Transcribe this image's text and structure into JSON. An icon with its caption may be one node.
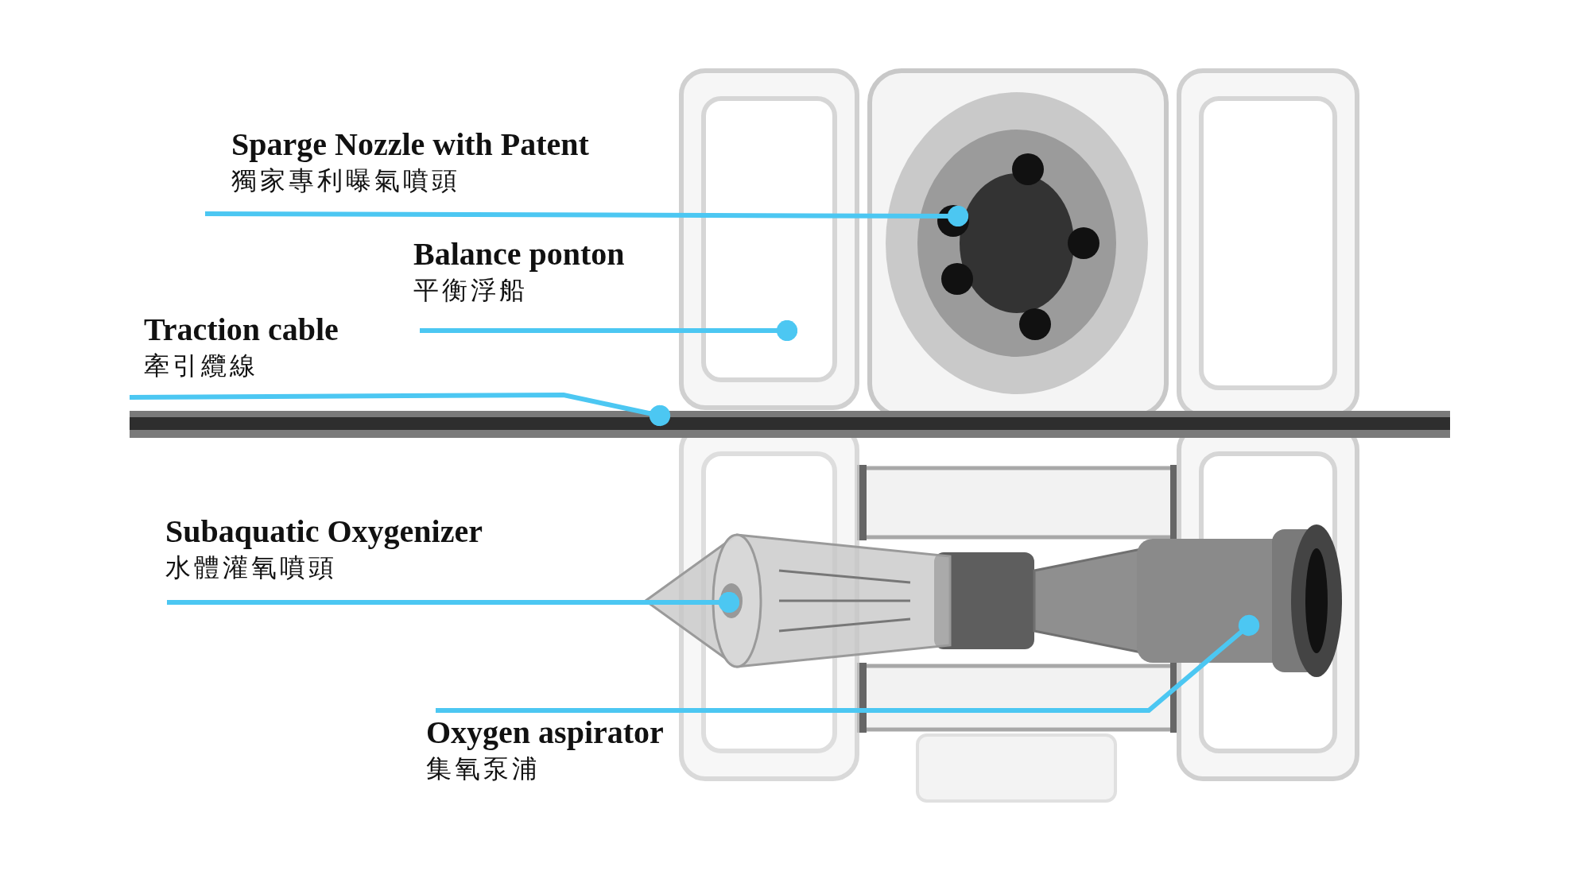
{
  "diagram": {
    "nodes": [
      {
        "text": [
          "Sparge Nozzle with Patent",
          "獨家專利曝氣噴頭"
        ]
      },
      {
        "text": [
          "Balance ponton",
          "平衡浮船"
        ]
      },
      {
        "text": [
          "Traction cable",
          "牽引纜線"
        ]
      },
      {
        "text": [
          "Subaquatic Oxygenizer",
          "水體灌氧噴頭"
        ]
      },
      {
        "text": [
          "Oxygen aspirator",
          "集氧泵浦"
        ]
      },
      {
        "text": [],
        "shape": "picture"
      },
      {
        "text": [],
        "shape": "box"
      },
      {
        "text": [],
        "shape": "bar"
      },
      {
        "text": [],
        "shape": "picture"
      },
      {
        "text": [],
        "shape": "picture"
      }
    ],
    "edges": [
      {
        "from": 0,
        "to": 5,
        "arrow": "other"
      },
      {
        "from": 1,
        "to": 6,
        "arrow": "other"
      },
      {
        "from": 2,
        "to": 7,
        "arrow": "other"
      },
      {
        "from": 3,
        "to": 8,
        "arrow": "other"
      },
      {
        "from": 4,
        "to": 9,
        "arrow": "other"
      }
    ]
  }
}
